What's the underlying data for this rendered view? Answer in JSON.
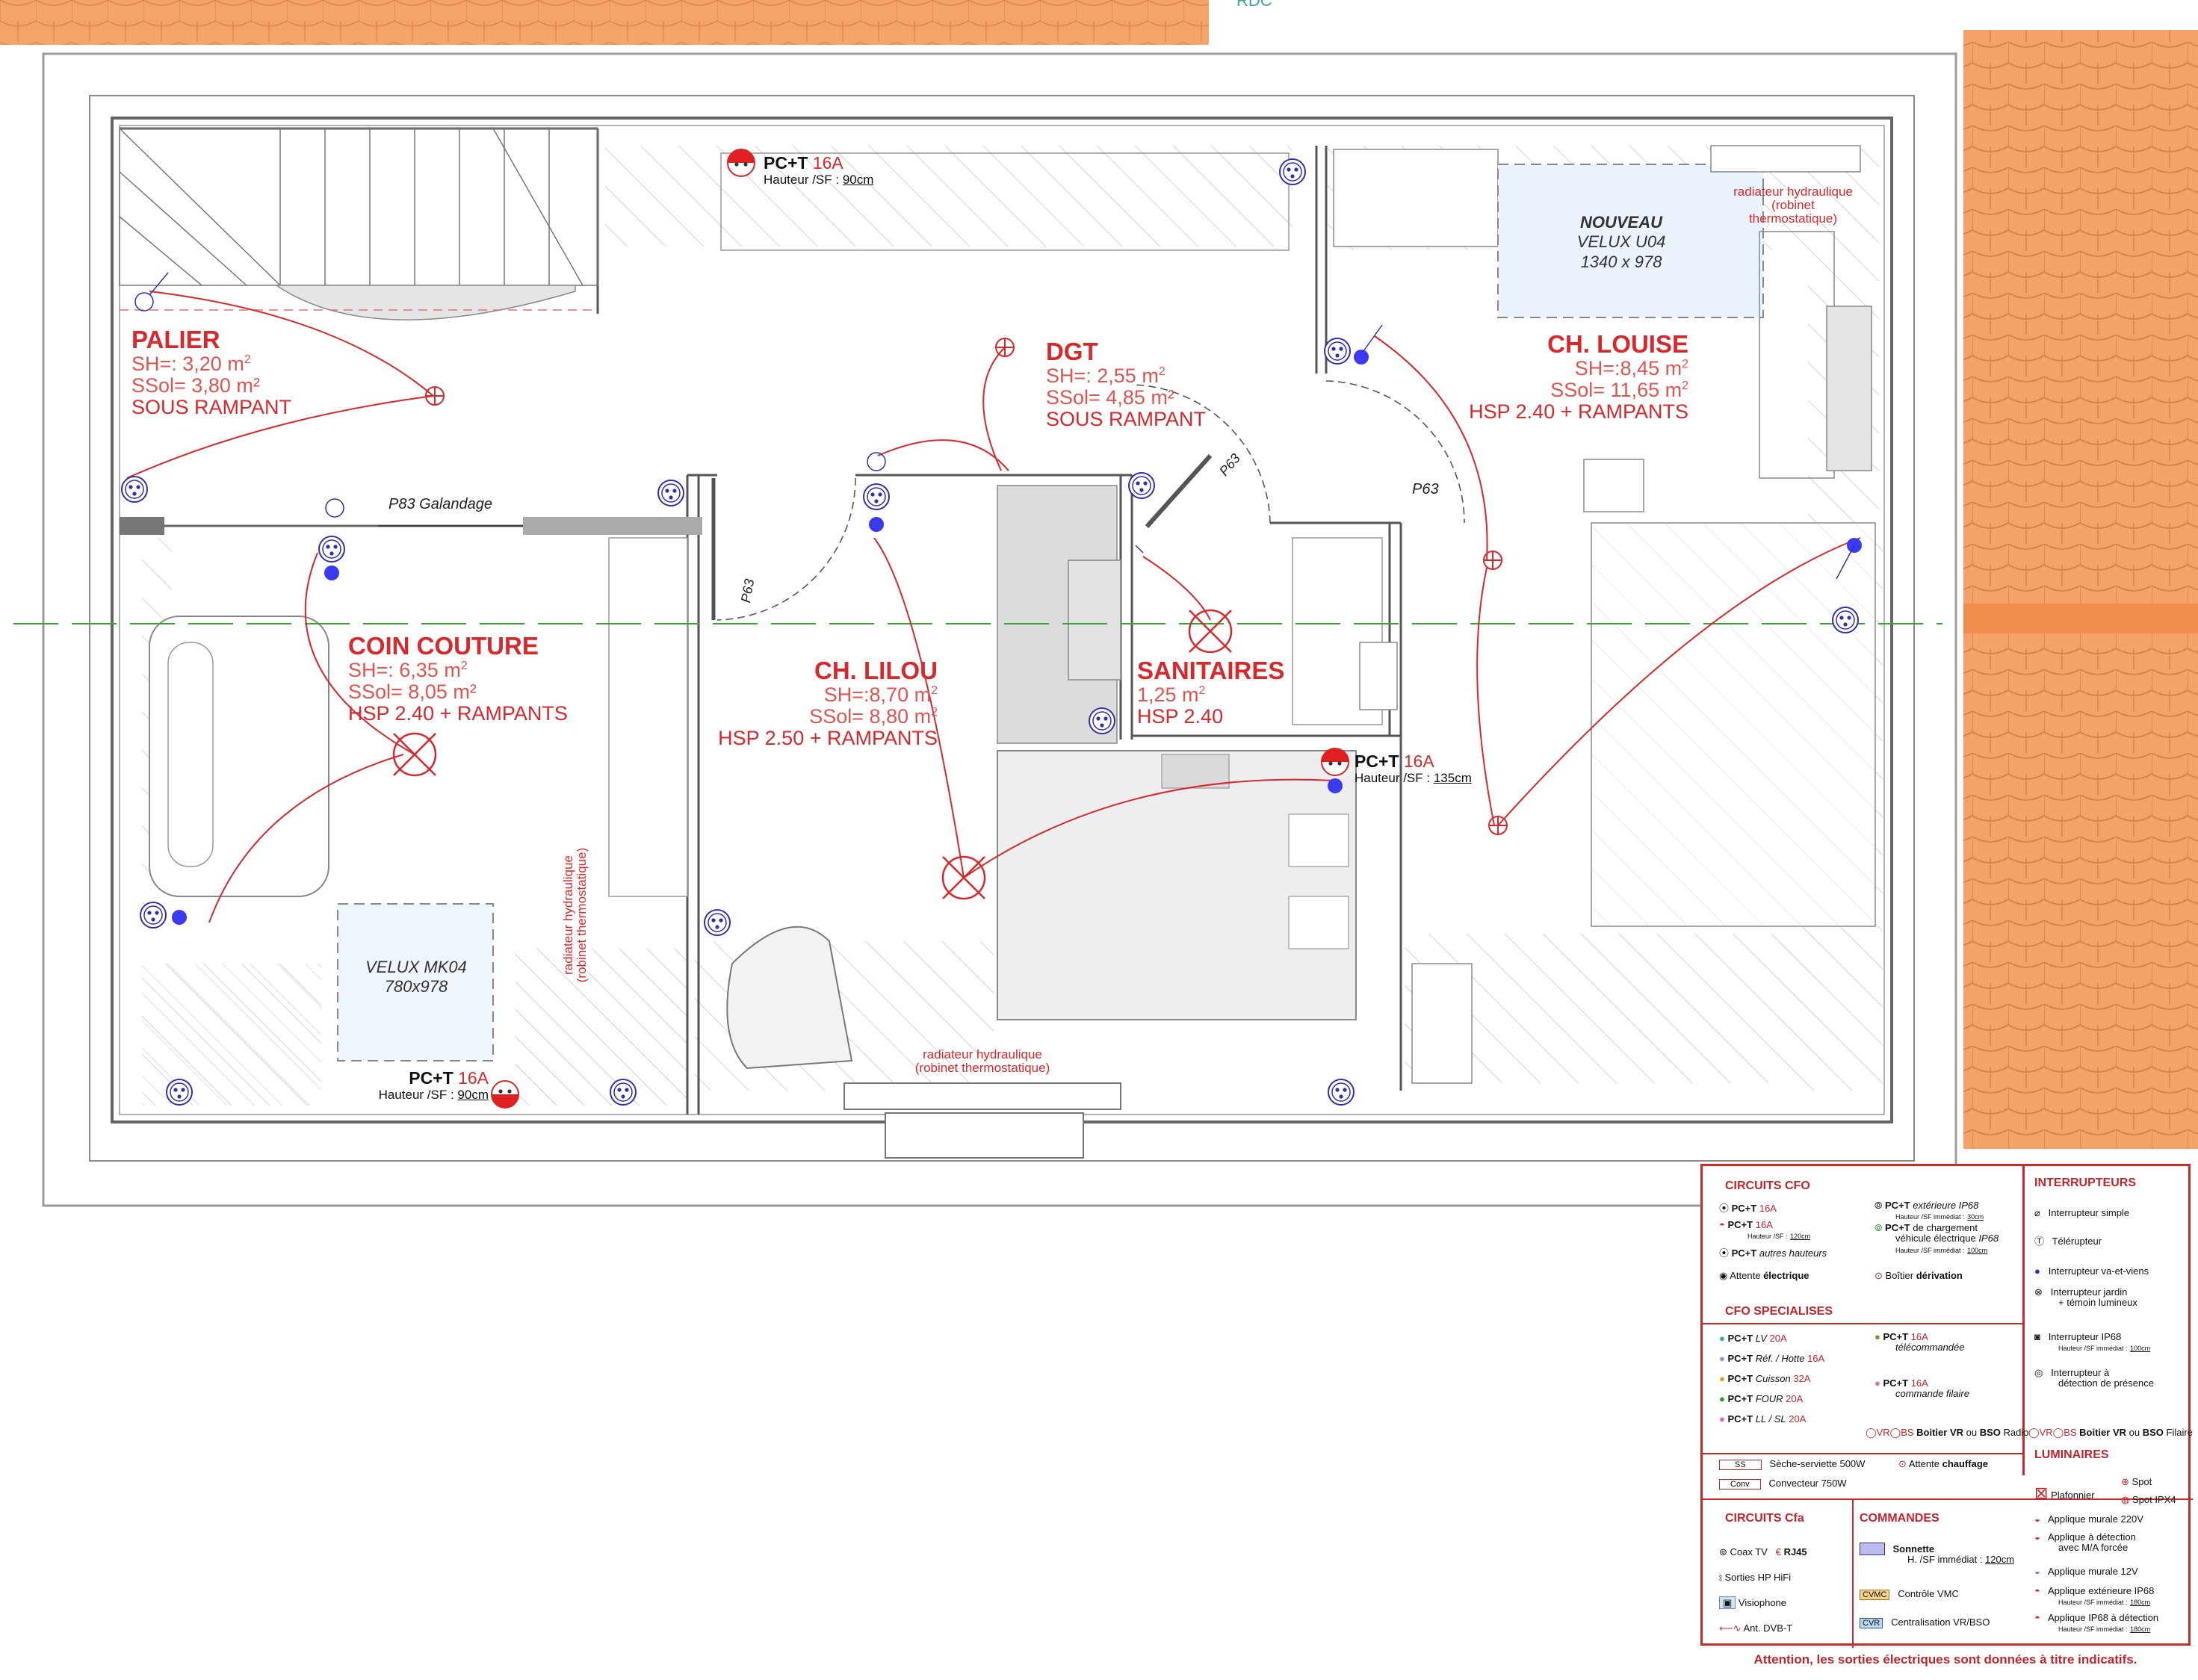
{
  "header": {
    "rdc": "RDC"
  },
  "rooms": {
    "palier": {
      "name": "PALIER",
      "sh": "SH=: 3,20 m",
      "ssol": "SSol= 3,80 m²",
      "extra": "SOUS RAMPANT"
    },
    "dgt": {
      "name": "DGT",
      "sh": "SH=: 2,55 m",
      "ssol": "SSol= 4,85 m²",
      "extra": "SOUS RAMPANT"
    },
    "louise": {
      "name": "CH. LOUISE",
      "sh": "SH=:8,45 m",
      "ssol": "SSol= 11,65 m",
      "extra": "HSP 2.40 + RAMPANTS"
    },
    "couture": {
      "name": "COIN COUTURE",
      "sh": "SH=: 6,35 m",
      "ssol": "SSol= 8,05 m²",
      "extra": "HSP 2.40 + RAMPANTS"
    },
    "lilou": {
      "name": "CH. LILOU",
      "sh": "SH=:8,70 m",
      "ssol": "SSol= 8,80 m",
      "extra": "HSP 2.50 + RAMPANTS"
    },
    "sanitaires": {
      "name": "SANITAIRES",
      "sh": "1,25 m",
      "extra": "HSP 2.40"
    }
  },
  "sockets": {
    "top": {
      "label": "PC+T",
      "amp": "16A",
      "height_label": "Hauteur /SF :",
      "height": "90cm"
    },
    "bottom": {
      "label": "PC+T",
      "amp": "16A",
      "height_label": "Hauteur /SF :",
      "height": "90cm"
    },
    "mid": {
      "label": "PC+T",
      "amp": "16A",
      "height_label": "Hauteur /SF :",
      "height": "135cm"
    }
  },
  "radiators": {
    "louise": [
      "radiateur hydraulique",
      "(robinet",
      "thermostatique)"
    ],
    "lilou": [
      "radiateur hydraulique",
      "(robinet thermostatique)"
    ],
    "couture": [
      "radiateur hydraulique",
      "(robinet thermostatique)"
    ]
  },
  "velux": {
    "u04": [
      "NOUVEAU",
      "VELUX U04",
      "1340 x 978"
    ],
    "mk04": [
      "VELUX MK04",
      "780x978"
    ]
  },
  "labels": {
    "p83": "P83 Galandage",
    "p63a": "P63",
    "p63b": "P63",
    "p63c": "P63"
  },
  "legend": {
    "circuits_cfo": "CIRCUITS CFO",
    "interrupteurs": "INTERRUPTEURS",
    "cfo_specialises": "CFO SPECIALISES",
    "luminaires": "LUMINAIRES",
    "circuits_cfa": "CIRCUITS Cfa",
    "commandes": "COMMANDES",
    "cfo": {
      "pct16": "PC+T",
      "pct16_amp": "16A",
      "pct16h": "PC+T",
      "pct16h_amp": "16A",
      "pct16h_sub": "Hauteur /SF :",
      "pct16h_val": "120cm",
      "pct_autres": "PC+T",
      "pct_autres_sub": "autres hauteurs",
      "attente": "Attente",
      "attente_b": "électrique",
      "ext_a": "PC+T",
      "ext_b": "extérieure IP68",
      "ext_sub": "Hauteur /SF immédiat :",
      "ext_val": "30cm",
      "charge_a": "PC+T",
      "charge_b": "de chargement",
      "charge_c": "véhicule électrique",
      "charge_d": "IP68",
      "charge_sub": "Hauteur /SF immédiat :",
      "charge_val": "100cm",
      "boitier": "Boîtier",
      "boitier_b": "dérivation"
    },
    "spec": {
      "lv": "PC+T",
      "lv_b": "LV",
      "lv_c": "20A",
      "ref": "PC+T",
      "ref_b": "Réf. / Hotte",
      "ref_c": "16A",
      "cuisson": "PC+T",
      "cuisson_b": "Cuisson",
      "cuisson_c": "32A",
      "four": "PC+T",
      "four_b": "FOUR",
      "four_c": "20A",
      "ll": "PC+T",
      "ll_b": "LL / SL",
      "ll_c": "20A",
      "tele": "PC+T",
      "tele_amp": "16A",
      "tele_b": "télécommandée",
      "fil": "PC+T",
      "fil_amp": "16A",
      "fil_b": "commande filaire"
    },
    "vr": {
      "vr": "VR",
      "bs": "BS",
      "radio_a": "Boitier",
      "radio_b": "VR",
      "radio_c": "ou",
      "radio_d": "BSO",
      "radio_e": "Radio",
      "filaire_a": "Boitier",
      "filaire_b": "VR",
      "filaire_c": "ou",
      "filaire_d": "BSO",
      "filaire_e": "Filaire"
    },
    "inter": {
      "simple": "Interrupteur simple",
      "tele": "Télérupteur",
      "vv": "Interrupteur va-et-viens",
      "jardin_a": "Interrupteur jardin",
      "jardin_b": "+ témoin lumineux",
      "ip68": "Interrupteur IP68",
      "ip68_sub": "Hauteur /SF immédiat :",
      "ip68_val": "100cm",
      "presence_a": "Interrupteur à",
      "presence_b": "détection de présence"
    },
    "misc": {
      "ss": "SS",
      "ss_label": "Sèche-serviette 500W",
      "conv": "Conv",
      "conv_label": "Convecteur 750W",
      "attente_chauffage_a": "Attente",
      "attente_chauffage_b": "chauffage"
    },
    "lum": {
      "spot": "Spot",
      "spot_ipx4": "Spot IPX4",
      "plafonnier": "Plafonnier",
      "murale220": "Applique murale 220V",
      "detect_a": "Applique à détection",
      "detect_b": "avec M/A forcée",
      "murale12": "Applique murale 12V",
      "ext_a": "Applique extérieure IP68",
      "ext_sub": "Hauteur /SF immédiat :",
      "ext_val": "180cm",
      "ipdet_a": "Applique IP68 à détection",
      "ipdet_sub": "Hauteur /SF immédiat :",
      "ipdet_val": "180cm"
    },
    "cfa": {
      "coax": "Coax TV",
      "rj45": "RJ45",
      "hifi": "Sorties HP HiFi",
      "visio": "Visiophone",
      "dvbt": "Ant. DVB-T"
    },
    "cmd": {
      "sonnette": "Sonnette",
      "sonnette_sub": "H. /SF immédiat :",
      "sonnette_val": "120cm",
      "cvmc": "CVMC",
      "cvmc_label": "Contrôle VMC",
      "cvr": "CVR",
      "cvr_label": "Centralisation VR/BSO"
    }
  },
  "warning": "Attention, les sorties électriques sont données à titre indicatifs.",
  "colors": {
    "accent": "#d8282c",
    "dot": "#3a3af0",
    "roof": "#f4a469",
    "hatch": "#dcdcdc"
  }
}
